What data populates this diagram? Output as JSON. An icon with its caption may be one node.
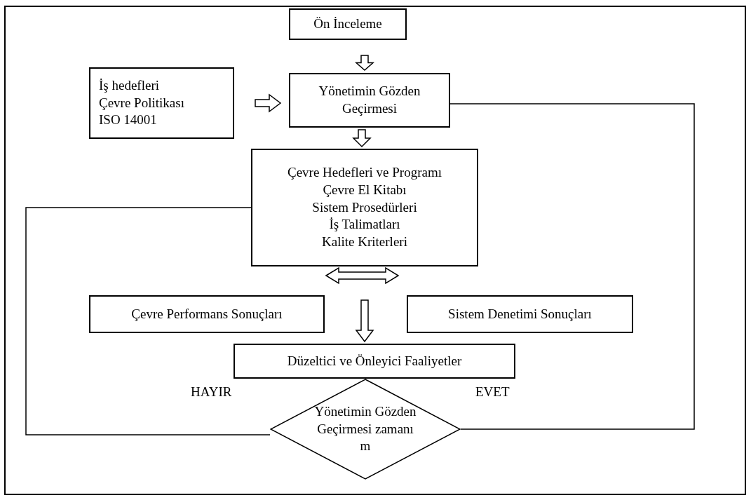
{
  "diagram": {
    "nodes": [
      {
        "text": [
          "Ön İnceleme"
        ]
      },
      {
        "text": [
          "İş hedefleri",
          "Çevre Politikası",
          "ISO 14001"
        ]
      },
      {
        "text": [
          "Yönetimin Gözden Geçirmesi"
        ]
      },
      {
        "text": [
          "Çevre Hedefleri ve Programı",
          "Çevre El Kitabı",
          "Sistem Prosedürleri",
          "İş Talimatları",
          "Kalite Kriterleri"
        ]
      },
      {
        "text": [
          "Çevre Performans Sonuçları"
        ]
      },
      {
        "text": [
          "Sistem Denetimi Sonuçları"
        ]
      },
      {
        "text": [
          "Düzeltici ve Önleyici Faaliyetler"
        ]
      },
      {
        "text": [
          "Yönetimin Gözden Geçirmesi zamanı m"
        ]
      }
    ],
    "edges": [
      {
        "from": 0,
        "to": 2,
        "arrow": "to",
        "style": "thick"
      },
      {
        "from": 1,
        "to": 2,
        "arrow": "to",
        "style": "thick"
      },
      {
        "from": 2,
        "to": 3,
        "arrow": "to",
        "style": "thick"
      },
      {
        "from": null,
        "to": 6,
        "arrow": "to",
        "style": "thick"
      },
      {
        "from": 7,
        "to": 3,
        "arrow": "none",
        "label": "HAYIR"
      },
      {
        "from": 7,
        "to": 2,
        "arrow": "none",
        "label": "EVET"
      }
    ]
  }
}
